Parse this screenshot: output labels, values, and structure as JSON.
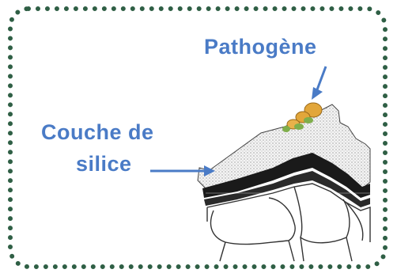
{
  "labels": {
    "pathogen": "Pathogène",
    "silica_line1": "Couche de",
    "silica_line2": "silice"
  },
  "colors": {
    "label_blue": "#4a7bc6",
    "arrow_blue": "#4a7bc6",
    "frame_green": "#2f5f45",
    "pathogen_orange": "#e2a63a",
    "pathogen_green": "#7fae4b"
  }
}
